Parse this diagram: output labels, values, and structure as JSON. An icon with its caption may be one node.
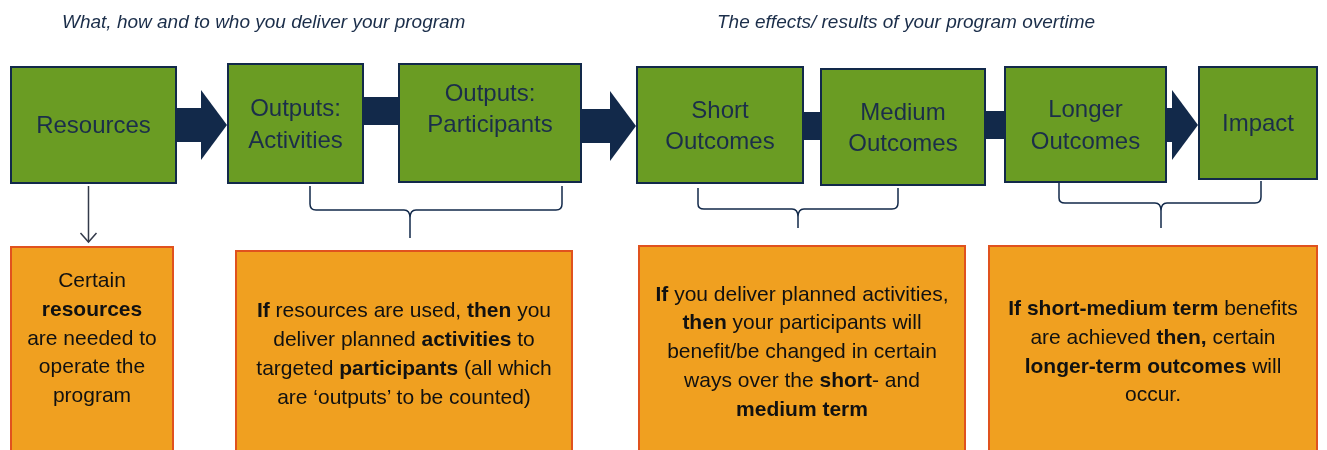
{
  "diagram": {
    "nodes": [
      {
        "text": [
          "Resources"
        ]
      },
      {
        "text": [
          "Outputs: Activities"
        ]
      },
      {
        "text": [
          "Outputs: Participants"
        ]
      },
      {
        "text": [
          "Short Outcomes"
        ]
      },
      {
        "text": [
          "Medium Outcomes"
        ]
      },
      {
        "text": [
          "Longer Outcomes"
        ]
      },
      {
        "text": [
          "Impact"
        ]
      },
      {
        "text": [
          "Certain **resources** are needed to operate the program"
        ]
      },
      {
        "text": [
          "**If** resources are used, **then** you deliver planned **activities** to targeted **participants** (all which are ‘outputs’ to be counted)"
        ]
      },
      {
        "text": [
          "**If** you deliver planned activities, **then** your participants will benefit/be changed in certain ways over the **short**- and **medium term**"
        ]
      },
      {
        "text": [
          "**If short-medium term** benefits are achieved **then,** certain **longer-term outcomes** will occur."
        ]
      }
    ],
    "edges": [
      {
        "from": 0,
        "to": 1,
        "arrow": "to"
      },
      {
        "from": 1,
        "to": 2,
        "arrow": "none"
      },
      {
        "from": 2,
        "to": 3,
        "arrow": "to"
      },
      {
        "from": 3,
        "to": 4,
        "arrow": "none"
      },
      {
        "from": 4,
        "to": 5,
        "arrow": "none"
      },
      {
        "from": 5,
        "to": 6,
        "arrow": "to"
      },
      {
        "from": 0,
        "to": 7,
        "arrow": "to",
        "color": "#333a4a"
      }
    ],
    "labels": [
      "What, how and to who you deliver your program",
      "The effects/ results of your program overtime"
    ]
  }
}
